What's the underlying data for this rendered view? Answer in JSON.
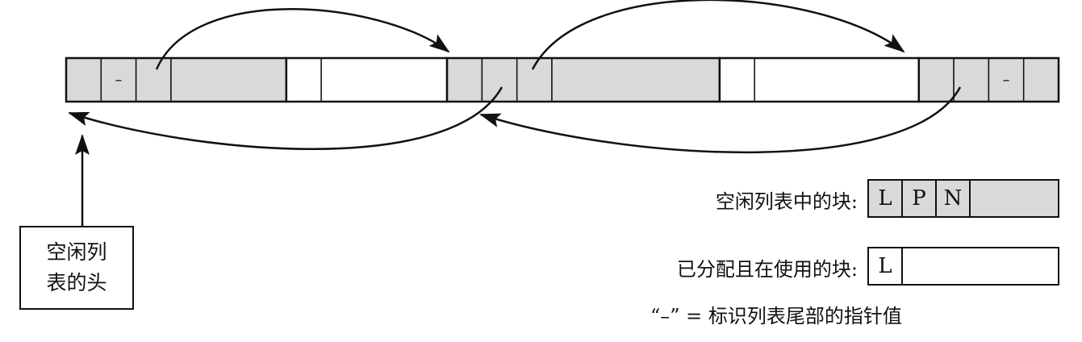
{
  "memory": {
    "null_marker": "–",
    "blocks": [
      {
        "kind": "free",
        "cells": [
          {
            "w": 1,
            "text": ""
          },
          {
            "w": 1,
            "text": "–"
          },
          {
            "w": 1,
            "text": ""
          },
          {
            "w": 3.3,
            "text": ""
          }
        ]
      },
      {
        "kind": "allocated",
        "cells": [
          {
            "w": 1,
            "text": ""
          },
          {
            "w": 3.6,
            "text": ""
          }
        ]
      },
      {
        "kind": "free",
        "cells": [
          {
            "w": 1,
            "text": ""
          },
          {
            "w": 1,
            "text": ""
          },
          {
            "w": 1,
            "text": ""
          },
          {
            "w": 4.8,
            "text": ""
          }
        ]
      },
      {
        "kind": "allocated",
        "cells": [
          {
            "w": 1,
            "text": ""
          },
          {
            "w": 4.7,
            "text": ""
          }
        ]
      },
      {
        "kind": "free",
        "cells": [
          {
            "w": 1,
            "text": ""
          },
          {
            "w": 1,
            "text": ""
          },
          {
            "w": 1,
            "text": "–"
          },
          {
            "w": 1,
            "text": ""
          }
        ]
      }
    ]
  },
  "head_label": {
    "line1": "空闲列",
    "line2": "表的头"
  },
  "legend": {
    "free_block_label": "空闲列表中的块:",
    "free_block_cells": [
      "L",
      "P",
      "N"
    ],
    "alloc_block_label": "已分配且在使用的块:",
    "alloc_block_cells": [
      "L"
    ],
    "note": "“–” = 标识列表尾部的指针值"
  },
  "colors": {
    "free_fill": "#d9d9d9",
    "allocated_fill": "#ffffff",
    "stroke": "#111111"
  }
}
